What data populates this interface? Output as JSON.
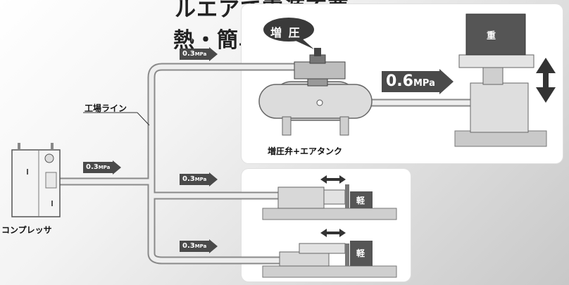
{
  "headline": {
    "line1": "ルエアで電源不要・",
    "line2": "熱・簡単設置"
  },
  "labels": {
    "factory_line": "工場ライン",
    "compressor": "コンプレッサ",
    "booster_tank": "増圧弁+エアタンク",
    "booster_tag": "増 圧"
  },
  "pressures": {
    "p1": "0.3",
    "p2": "0.3",
    "p3": "0.3",
    "p4": "0.3",
    "unit": "MPa",
    "boosted": "0.6",
    "boosted_unit": "MPa"
  },
  "loads": {
    "heavy": "重",
    "light1": "軽",
    "light2": "軽"
  },
  "colors": {
    "pipe": "#e6e6e6",
    "pipe_edge": "#8a8a8a",
    "badge": "#4a4a4a"
  }
}
